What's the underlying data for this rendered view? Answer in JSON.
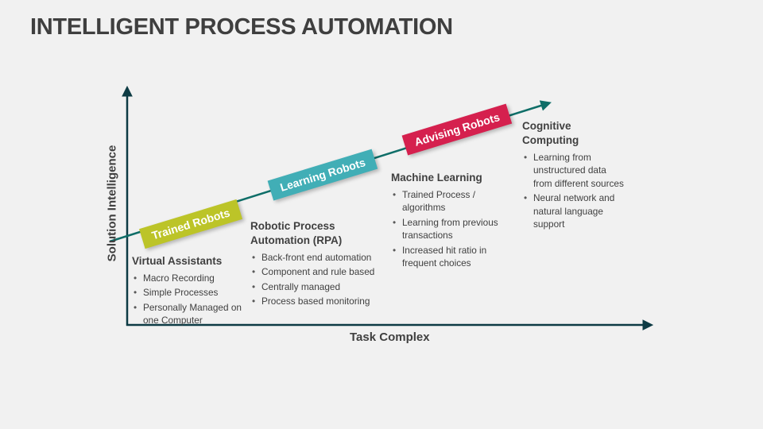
{
  "title": "INTELLIGENT PROCESS AUTOMATION",
  "axes": {
    "y_label": "Solution Intelligence",
    "x_label": "Task Complex"
  },
  "colors": {
    "background": "#f1f1f1",
    "title_text": "#3f3f3f",
    "body_text": "#404040",
    "axis_line": "#0d3b44",
    "diagonal_line": "#0f6e68",
    "ribbon_text": "#ffffff",
    "ribbon_trained": "#bcc428",
    "ribbon_learning": "#41aeb6",
    "ribbon_advising": "#d5204e"
  },
  "ribbons": [
    {
      "label": "Trained Robots",
      "color": "#bcc428"
    },
    {
      "label": "Learning Robots",
      "color": "#41aeb6"
    },
    {
      "label": "Advising Robots",
      "color": "#d5204e"
    }
  ],
  "stages": [
    {
      "heading": "Virtual Assistants",
      "bullets": [
        "Macro Recording",
        "Simple Processes",
        "Personally Managed on one Computer"
      ]
    },
    {
      "heading": "Robotic Process Automation (RPA)",
      "bullets": [
        "Back-front end automation",
        "Component and rule based",
        "Centrally managed",
        "Process based monitoring"
      ]
    },
    {
      "heading": "Machine Learning",
      "bullets": [
        "Trained Process / algorithms",
        "Learning from previous transactions",
        "Increased hit ratio in frequent choices"
      ]
    },
    {
      "heading": "Cognitive Computing",
      "bullets": [
        "Learning from unstructured data from different sources",
        "Neural network and natural language support"
      ]
    }
  ]
}
